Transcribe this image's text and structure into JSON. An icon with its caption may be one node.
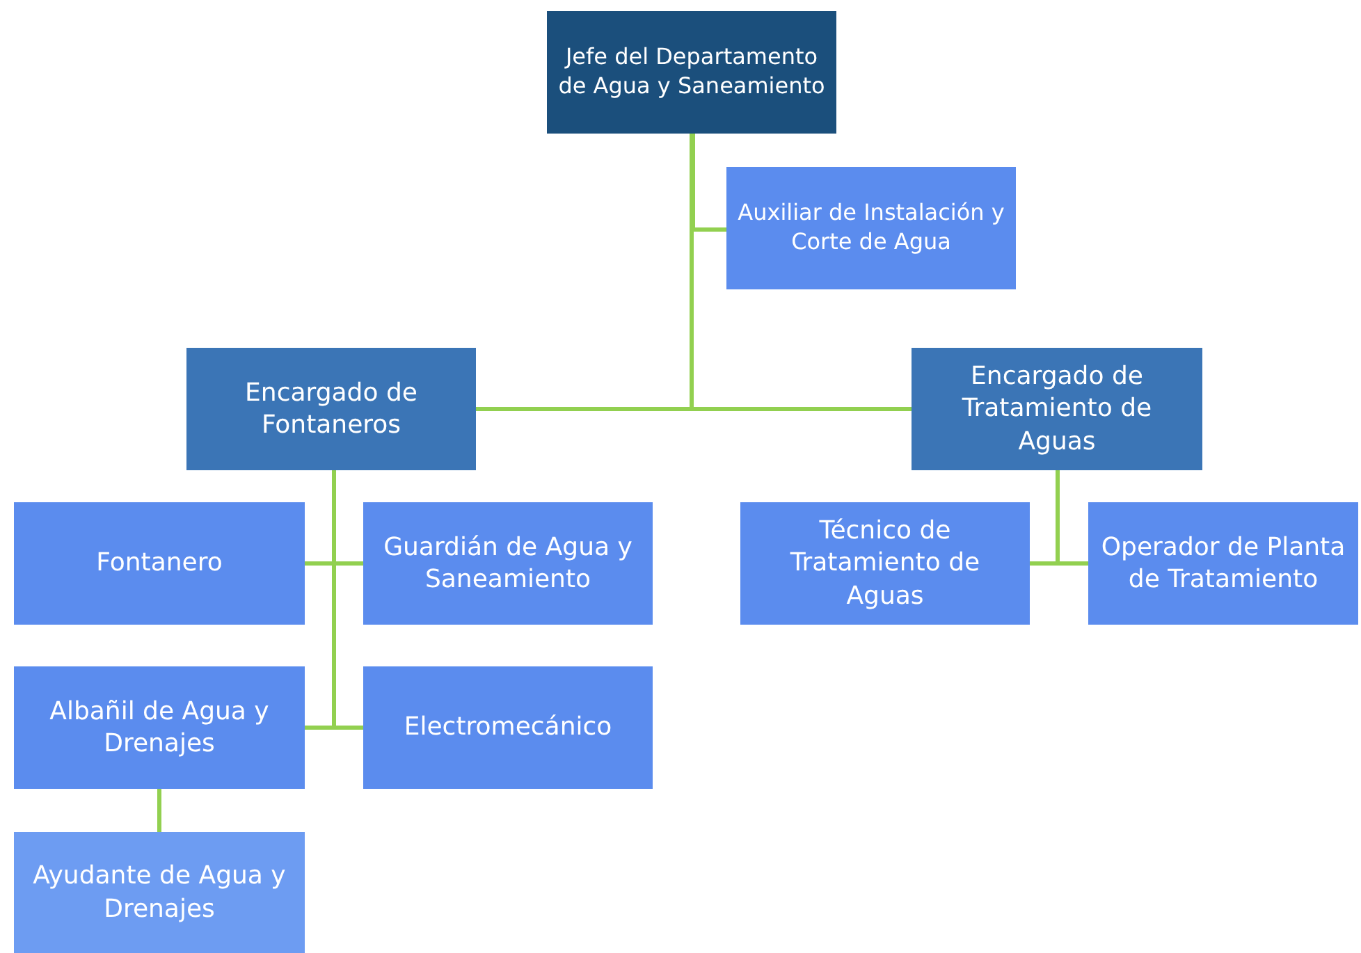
{
  "diagram": {
    "nodes": [
      {
        "text": [
          "Jefe del Departamento de Agua y Saneamiento"
        ]
      },
      {
        "text": [
          "Auxiliar de Instalación y Corte de Agua"
        ]
      },
      {
        "text": [
          "Encargado de Fontaneros"
        ]
      },
      {
        "text": [
          "Encargado de Tratamiento de Aguas"
        ]
      },
      {
        "text": [
          "Fontanero"
        ]
      },
      {
        "text": [
          "Guardián de Agua y Saneamiento"
        ]
      },
      {
        "text": [
          "Técnico de Tratamiento de Aguas"
        ]
      },
      {
        "text": [
          "Operador de Planta de Tratamiento"
        ]
      },
      {
        "text": [
          "Albañil de Agua y Drenajes"
        ]
      },
      {
        "text": [
          "Electromecánico"
        ]
      },
      {
        "text": [
          "Ayudante de Agua y Drenajes"
        ]
      }
    ],
    "edges": [
      {
        "from": 0,
        "to": 1,
        "arrow": "none"
      },
      {
        "from": 0,
        "to": 2,
        "arrow": "none"
      },
      {
        "from": 0,
        "to": 3,
        "arrow": "none"
      },
      {
        "from": 2,
        "to": 4,
        "arrow": "none"
      },
      {
        "from": 2,
        "to": 5,
        "arrow": "none"
      },
      {
        "from": 2,
        "to": 8,
        "arrow": "none"
      },
      {
        "from": 2,
        "to": 9,
        "arrow": "none"
      },
      {
        "from": 3,
        "to": 6,
        "arrow": "none"
      },
      {
        "from": 3,
        "to": 7,
        "arrow": "none"
      },
      {
        "from": 8,
        "to": 10,
        "arrow": "none"
      }
    ]
  }
}
